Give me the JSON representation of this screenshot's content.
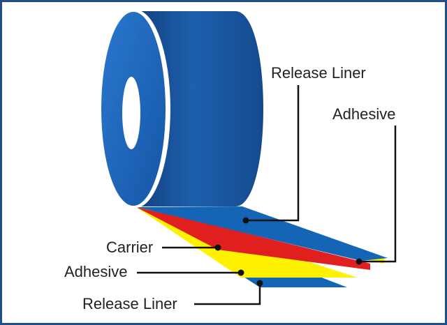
{
  "labels": {
    "release_liner_top": "Release Liner",
    "adhesive_top": "Adhesive",
    "carrier": "Carrier",
    "adhesive_bottom": "Adhesive",
    "release_liner_bottom": "Release Liner"
  },
  "layers": [
    {
      "name": "release-liner",
      "color": "#1565b7"
    },
    {
      "name": "adhesive",
      "color": "#fff200"
    },
    {
      "name": "carrier",
      "color": "#e0201e"
    }
  ],
  "colors": {
    "frame": "#1e4f8a",
    "roll_dark": "#123f7c",
    "roll_mid": "#1a5ca8",
    "roll_light": "#2770c4",
    "leader": "#111111"
  }
}
